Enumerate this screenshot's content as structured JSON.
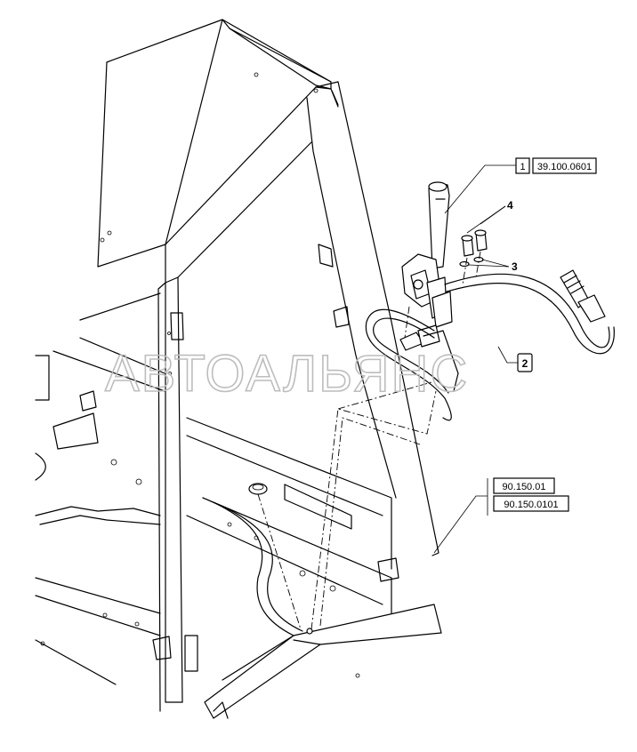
{
  "part_labels": {
    "item_1_number": "1",
    "item_1_code": "39.100.0601",
    "assembly_code_1": "90.150.01",
    "assembly_code_2": "90.150.0101"
  },
  "callouts": {
    "c2": "2",
    "c3": "3",
    "c4": "4"
  },
  "watermark": "АВТОАЛЬЯНС",
  "colors": {
    "line": "#000000",
    "background": "#ffffff",
    "watermark": "#bdbdbd"
  }
}
